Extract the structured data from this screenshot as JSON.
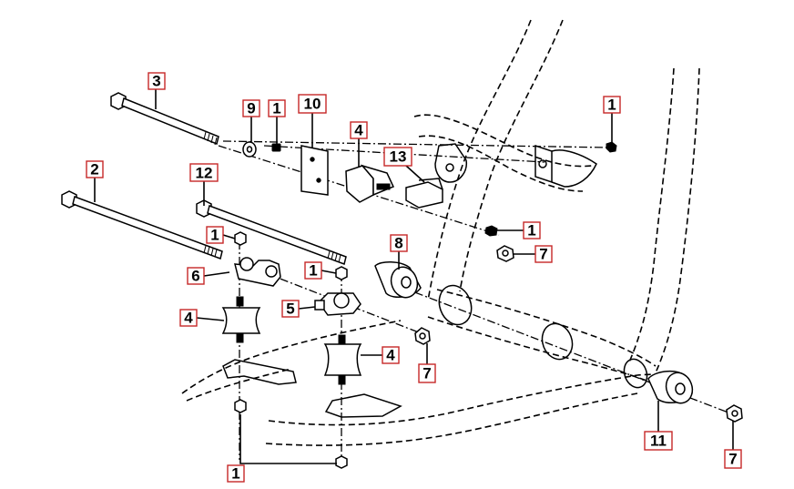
{
  "diagram": {
    "colors": {
      "callout_border": "#c62828",
      "line": "#000000",
      "background": "#ffffff"
    },
    "callouts": [
      {
        "id": "c-3",
        "text": "3"
      },
      {
        "id": "c-9",
        "text": "9"
      },
      {
        "id": "c-1a",
        "text": "1"
      },
      {
        "id": "c-10",
        "text": "10"
      },
      {
        "id": "c-4a",
        "text": "4"
      },
      {
        "id": "c-13",
        "text": "13"
      },
      {
        "id": "c-1b",
        "text": "1"
      },
      {
        "id": "c-2",
        "text": "2"
      },
      {
        "id": "c-12",
        "text": "12"
      },
      {
        "id": "c-1c",
        "text": "1"
      },
      {
        "id": "c-1d",
        "text": "1"
      },
      {
        "id": "c-7a",
        "text": "7"
      },
      {
        "id": "c-8",
        "text": "8"
      },
      {
        "id": "c-1e",
        "text": "1"
      },
      {
        "id": "c-6",
        "text": "6"
      },
      {
        "id": "c-5",
        "text": "5"
      },
      {
        "id": "c-4b",
        "text": "4"
      },
      {
        "id": "c-4c",
        "text": "4"
      },
      {
        "id": "c-7b",
        "text": "7"
      },
      {
        "id": "c-11",
        "text": "11"
      },
      {
        "id": "c-7c",
        "text": "7"
      },
      {
        "id": "c-1f",
        "text": "1"
      }
    ]
  }
}
